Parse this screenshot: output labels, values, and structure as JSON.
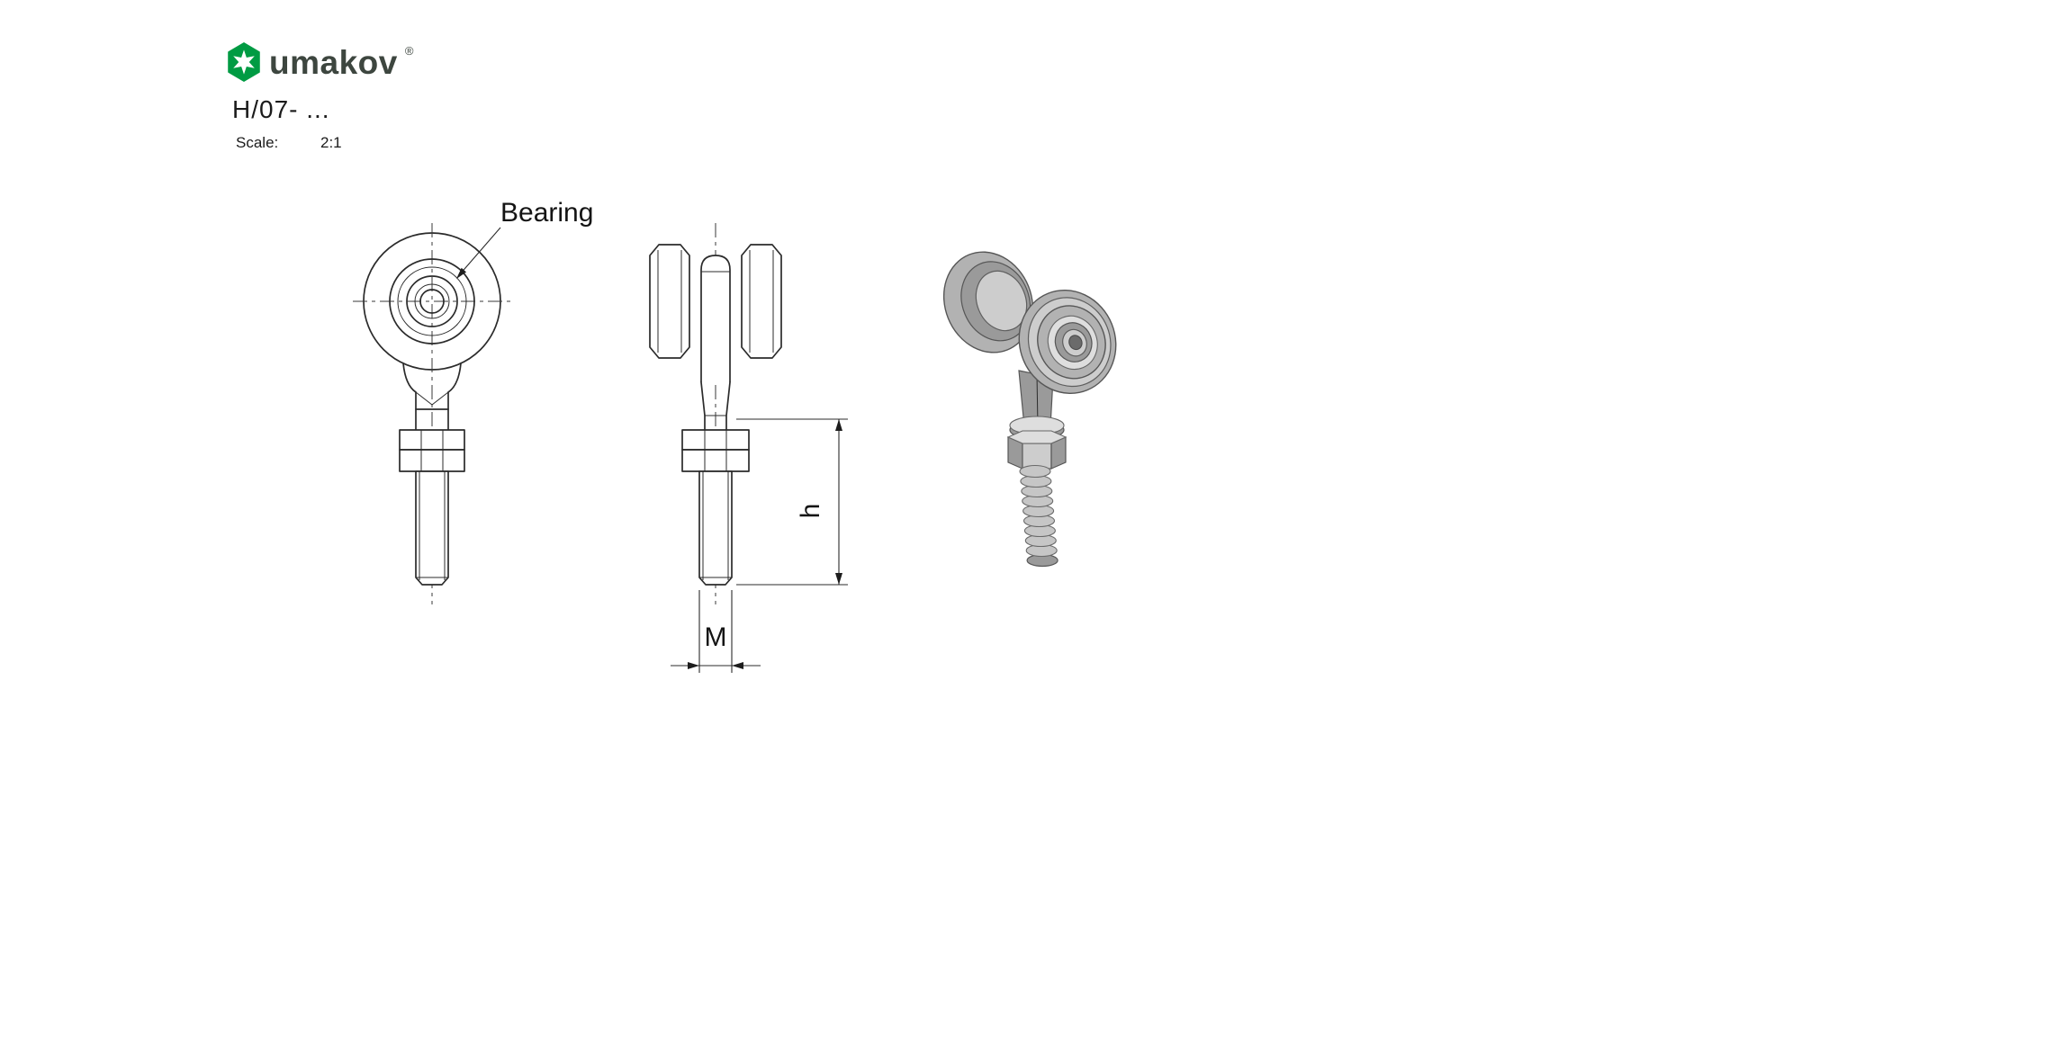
{
  "logo": {
    "text": "umakov",
    "registered": "®",
    "icon": "hex-star-icon",
    "brand_color": "#009b43"
  },
  "title_block": {
    "drawing_number": "H/07- ...",
    "scale_label": "Scale:",
    "scale_value": "2:1"
  },
  "annotations": {
    "bearing": "Bearing"
  },
  "dimensions": {
    "height": "h",
    "thread": "M"
  },
  "colors": {
    "line": "#2b2b2b",
    "brand_green": "#009b43",
    "metal_gray": "#c6c6c6"
  }
}
